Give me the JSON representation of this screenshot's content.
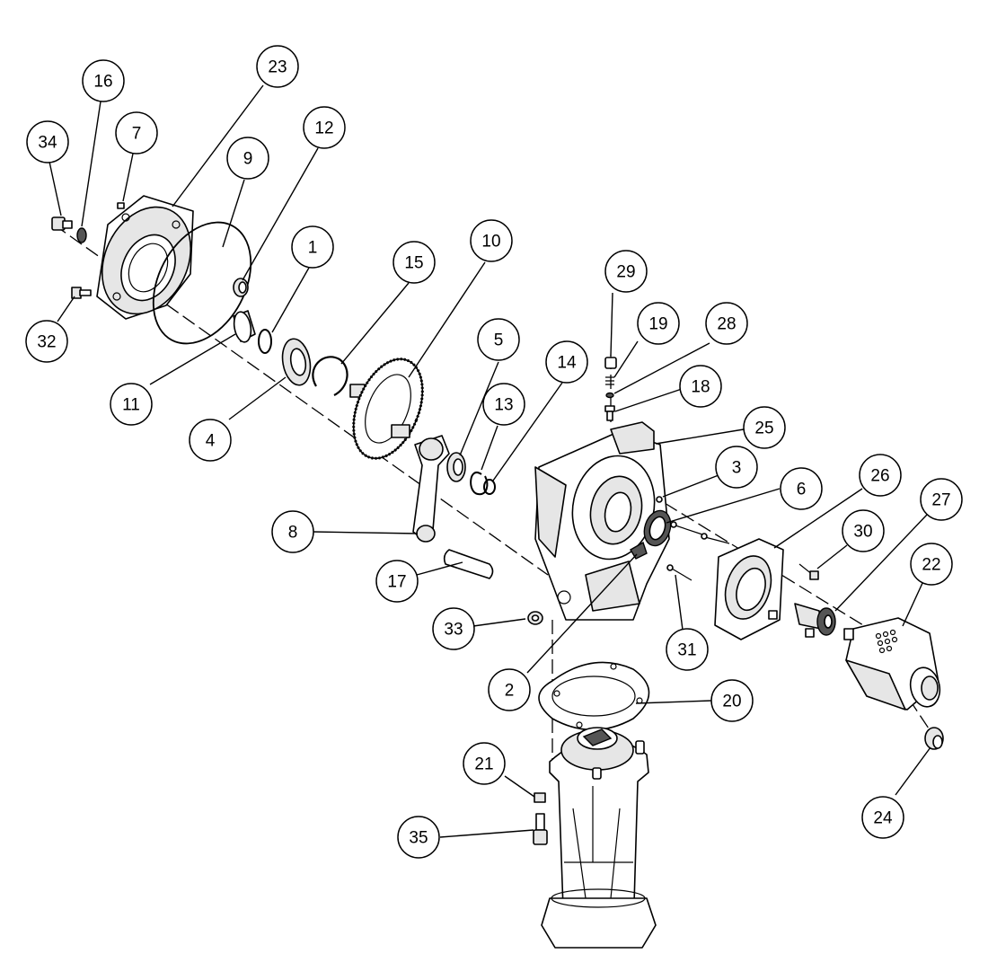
{
  "diagram": {
    "type": "exploded-parts-view",
    "callouts": [
      {
        "id": "c34",
        "label": "34"
      },
      {
        "id": "c16",
        "label": "16"
      },
      {
        "id": "c7",
        "label": "7"
      },
      {
        "id": "c23",
        "label": "23"
      },
      {
        "id": "c9",
        "label": "9"
      },
      {
        "id": "c12",
        "label": "12"
      },
      {
        "id": "c1",
        "label": "1"
      },
      {
        "id": "c15",
        "label": "15"
      },
      {
        "id": "c10",
        "label": "10"
      },
      {
        "id": "c32",
        "label": "32"
      },
      {
        "id": "c11",
        "label": "11"
      },
      {
        "id": "c4",
        "label": "4"
      },
      {
        "id": "c29",
        "label": "29"
      },
      {
        "id": "c19",
        "label": "19"
      },
      {
        "id": "c28",
        "label": "28"
      },
      {
        "id": "c18",
        "label": "18"
      },
      {
        "id": "c5",
        "label": "5"
      },
      {
        "id": "c13",
        "label": "13"
      },
      {
        "id": "c14",
        "label": "14"
      },
      {
        "id": "c25",
        "label": "25"
      },
      {
        "id": "c3",
        "label": "3"
      },
      {
        "id": "c6",
        "label": "6"
      },
      {
        "id": "c26",
        "label": "26"
      },
      {
        "id": "c27",
        "label": "27"
      },
      {
        "id": "c22",
        "label": "22"
      },
      {
        "id": "c30",
        "label": "30"
      },
      {
        "id": "c8",
        "label": "8"
      },
      {
        "id": "c17",
        "label": "17"
      },
      {
        "id": "c33",
        "label": "33"
      },
      {
        "id": "c31",
        "label": "31"
      },
      {
        "id": "c2",
        "label": "2"
      },
      {
        "id": "c20",
        "label": "20"
      },
      {
        "id": "c21",
        "label": "21"
      },
      {
        "id": "c35",
        "label": "35"
      },
      {
        "id": "c24",
        "label": "24"
      }
    ]
  }
}
